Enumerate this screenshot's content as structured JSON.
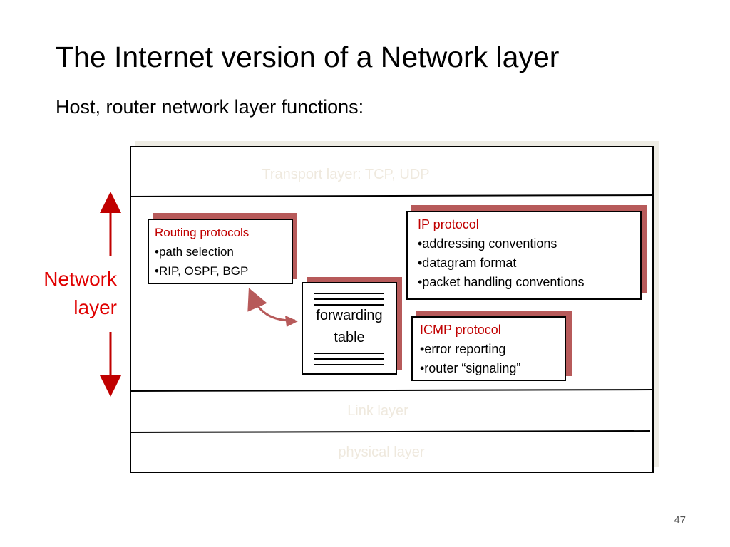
{
  "title": "The Internet version of a Network layer",
  "subtitle": "Host, router network layer functions:",
  "layers": {
    "transport": "Transport layer: TCP, UDP",
    "link": "Link layer",
    "physical": "physical layer"
  },
  "network_layer_label": [
    "Network",
    "layer"
  ],
  "routing_box": {
    "title": "Routing protocols",
    "items": [
      "•path selection",
      "•RIP, OSPF, BGP"
    ]
  },
  "ip_box": {
    "title": "IP protocol",
    "items": [
      "•addressing conventions",
      "•datagram format",
      "•packet handling conventions"
    ]
  },
  "icmp_box": {
    "title": "ICMP protocol",
    "items": [
      "•error reporting",
      "•router “signaling”"
    ]
  },
  "forwarding_table": [
    "forwarding",
    "table"
  ],
  "page_number": "47",
  "colors": {
    "accent_red": "#c00000",
    "shadow_red": "#b75a5a",
    "faint_label": "#efe9de"
  }
}
